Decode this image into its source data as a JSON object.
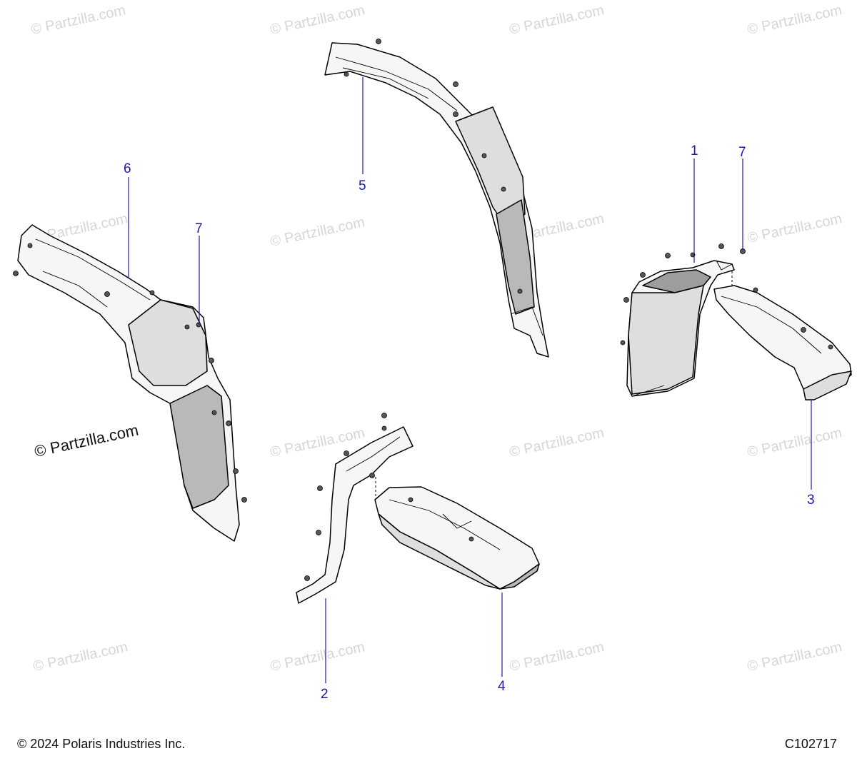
{
  "watermark": "© Partzilla.com",
  "callouts": [
    "1",
    "2",
    "3",
    "4",
    "5",
    "6",
    "7",
    "7"
  ],
  "footer": {
    "copyright": "© 2024 Polaris Industries Inc.",
    "code": "C102717"
  }
}
